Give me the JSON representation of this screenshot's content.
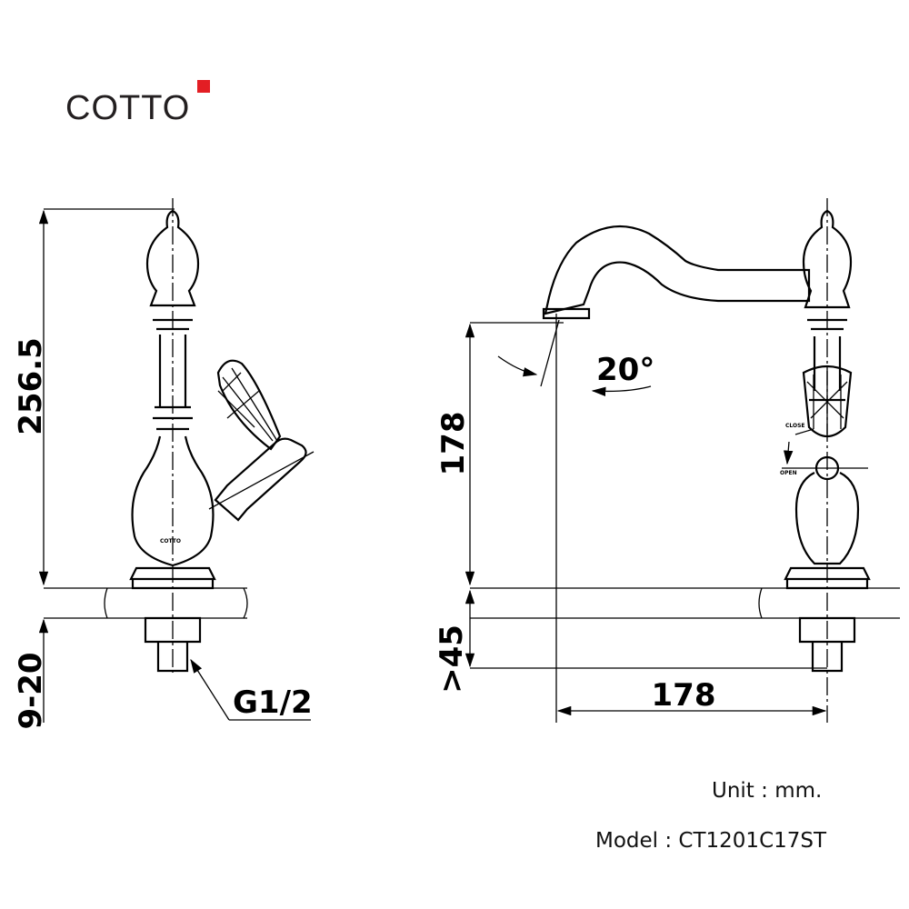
{
  "brand": {
    "logo_text": "COTTO",
    "accent_color": "#e31e24"
  },
  "side_view": {
    "height_label": "256.5",
    "deck_thickness_label": "9-20",
    "thread_label": "G1/2",
    "body_logo": "COTTO"
  },
  "front_view": {
    "spout_height_label": "178",
    "angle_label": "20°",
    "below_deck_label": ">45",
    "spout_reach_label": "178",
    "close_label": "CLOSE",
    "open_label": "OPEN"
  },
  "notes": {
    "unit": "Unit : mm.",
    "model": "Model : CT1201C17ST"
  }
}
